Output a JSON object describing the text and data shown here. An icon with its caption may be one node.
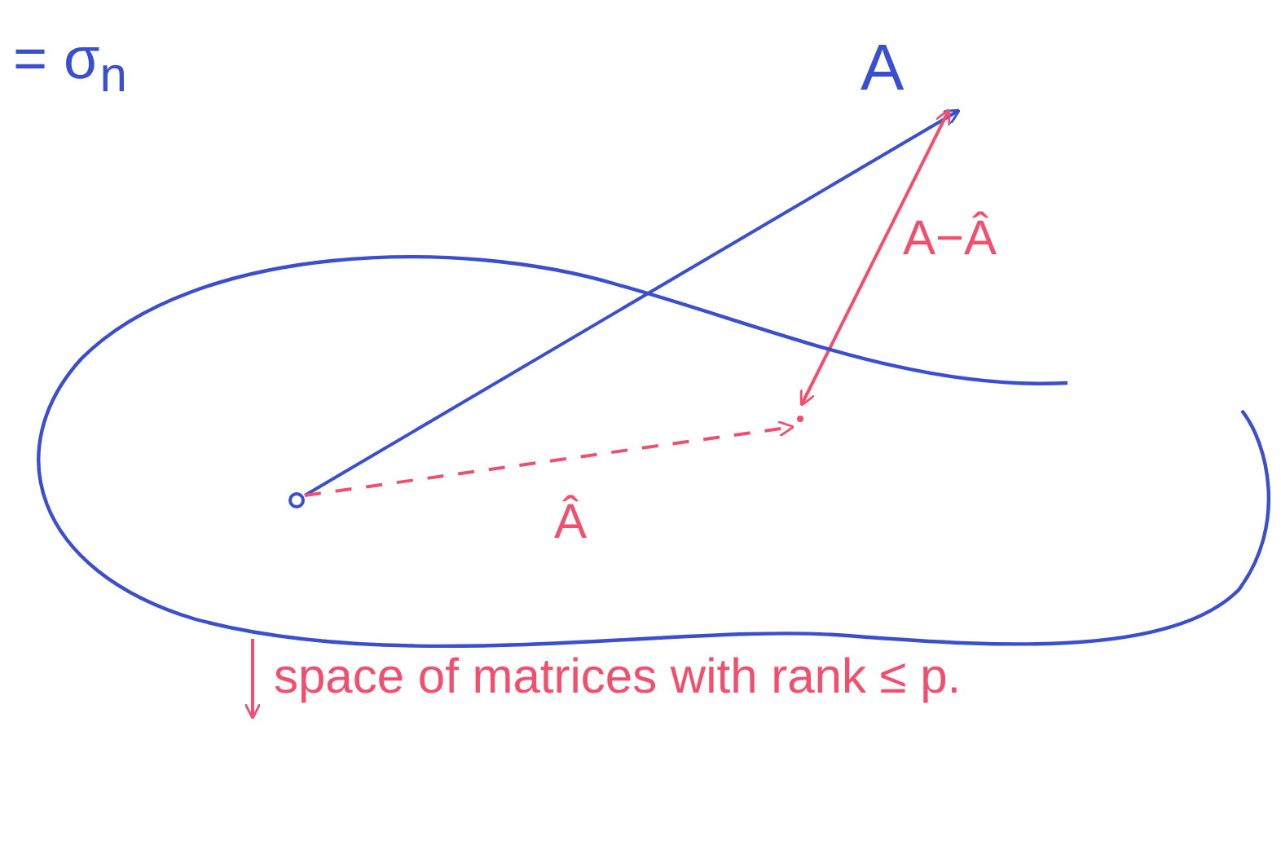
{
  "diagram": {
    "nodes": [
      {
        "text": [],
        "shape": "cloud"
      },
      {
        "text": [],
        "shape": "circle",
        "in": 0
      },
      {
        "text": [],
        "shape": "point",
        "in": 0
      },
      {
        "text": [
          "A"
        ]
      },
      {
        "text": [
          "space of matrices with rank ≤ p."
        ]
      }
    ],
    "edges": [
      {
        "from": 1,
        "to": 3,
        "arrow": "to",
        "color": "#3a4fd0"
      },
      {
        "from": 1,
        "to": 2,
        "arrow": "to",
        "style": "dashed",
        "color": "#f0506e",
        "label": "Â"
      },
      {
        "from": 3,
        "to": 2,
        "arrow": "both",
        "color": "#f0506e",
        "label": "A−Â"
      },
      {
        "from": 0,
        "to": 4,
        "arrow": "to",
        "color": "#f0506e"
      }
    ],
    "labels": [
      "= σ$_{n}$"
    ]
  }
}
